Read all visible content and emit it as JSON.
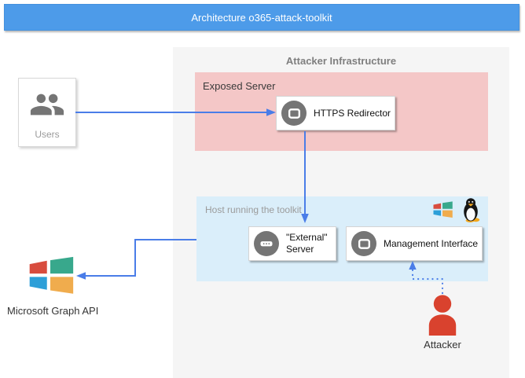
{
  "banner": {
    "title": "Architecture o365-attack-toolkit"
  },
  "infrastructure": {
    "title": "Attacker Infrastructure"
  },
  "exposed_server": {
    "label": "Exposed Server"
  },
  "host": {
    "label": "Host running the toolkit"
  },
  "nodes": {
    "https_redirector": {
      "label": "HTTPS Redirector",
      "icon": "screen-icon"
    },
    "external_server": {
      "line1": "\"External\"",
      "line2": "Server",
      "icon": "ellipsis-icon"
    },
    "management_interface": {
      "label": "Management Interface",
      "icon": "screen-icon"
    }
  },
  "users": {
    "label": "Users",
    "icon": "people-icon"
  },
  "graph_api": {
    "label": "Microsoft Graph API",
    "icon": "microsoft-logo-icon"
  },
  "attacker": {
    "label": "Attacker",
    "icon": "person-icon"
  },
  "platform_icons": [
    "windows-logo-icon",
    "linux-tux-icon"
  ],
  "connections": [
    {
      "from": "users",
      "to": "https_redirector",
      "style": "solid-arrow"
    },
    {
      "from": "https_redirector",
      "to": "external_server",
      "style": "solid-arrow"
    },
    {
      "from": "host",
      "to": "graph_api",
      "style": "solid-arrow"
    },
    {
      "from": "attacker",
      "to": "management_interface",
      "style": "dotted-arrow"
    }
  ],
  "colors": {
    "banner_bg": "#4d9be9",
    "panel_bg": "#f5f5f5",
    "exposed_bg": "#f4c7c7",
    "host_bg": "#daeefa",
    "arrow_blue": "#4a7de8",
    "icon_gray": "#757575",
    "attacker_red": "#d9422e",
    "ms_red": "#d84c3e",
    "ms_teal": "#38a88c",
    "ms_blue": "#2d9fd8",
    "ms_orange": "#f0ac4d"
  }
}
